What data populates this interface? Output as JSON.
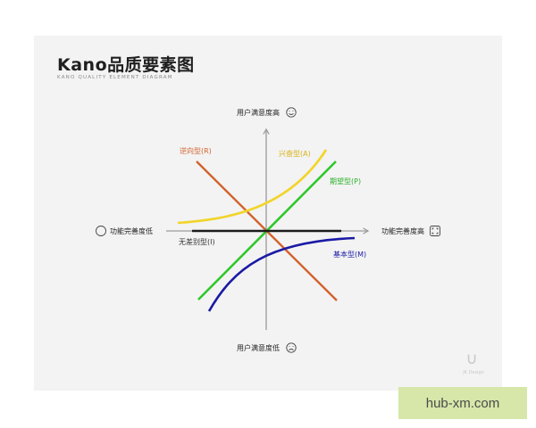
{
  "header": {
    "title": "Kano品质要素图",
    "subtitle": "KANO QUALITY ELEMENT DIAGRAM"
  },
  "axes": {
    "top": "用户满意度高",
    "bottom": "用户满意度低",
    "left": "功能完善度低",
    "right": "功能完善度高"
  },
  "curves": {
    "reverse": "逆向型(R)",
    "attractive": "兴奋型(A)",
    "performance": "期望型(P)",
    "must_be": "基本型(M)",
    "indifferent": "无差别型(I)"
  },
  "colors": {
    "reverse": "#d2622d",
    "attractive": "#f1d52a",
    "performance": "#2ec82b",
    "must_be": "#1a1aa6",
    "indifferent": "#1c1c1c",
    "axis": "#9a9a9a"
  },
  "icons": {
    "top": "smile-face-icon",
    "bottom": "frown-face-icon",
    "left": "empty-circle-icon",
    "right": "full-frame-icon",
    "watermark": "logo-icon"
  },
  "watermark": "JK Design",
  "site_badge": "hub-xm.com"
}
